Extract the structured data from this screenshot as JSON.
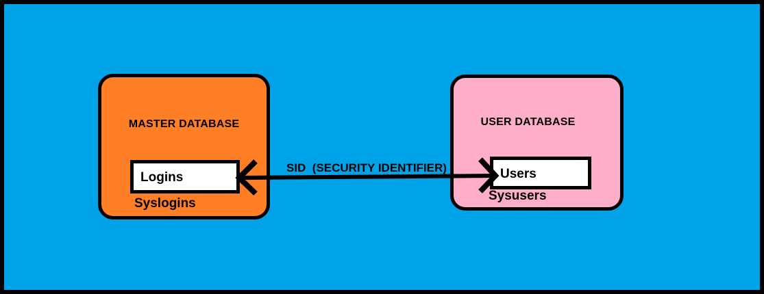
{
  "diagram": {
    "background_color": "#00A2E8",
    "frame_color": "#000000",
    "master_db": {
      "title": "MASTER DATABASE",
      "fill_color": "#FF7F27",
      "table_label": "Logins",
      "caption": "Syslogins"
    },
    "user_db": {
      "title": "USER DATABASE",
      "fill_color": "#FFAEC9",
      "table_label": "Users",
      "caption": "Sysusers"
    },
    "relationship": {
      "label": "SID  (SECURITY IDENTIFIER)",
      "arrow_style": "double-headed"
    }
  }
}
